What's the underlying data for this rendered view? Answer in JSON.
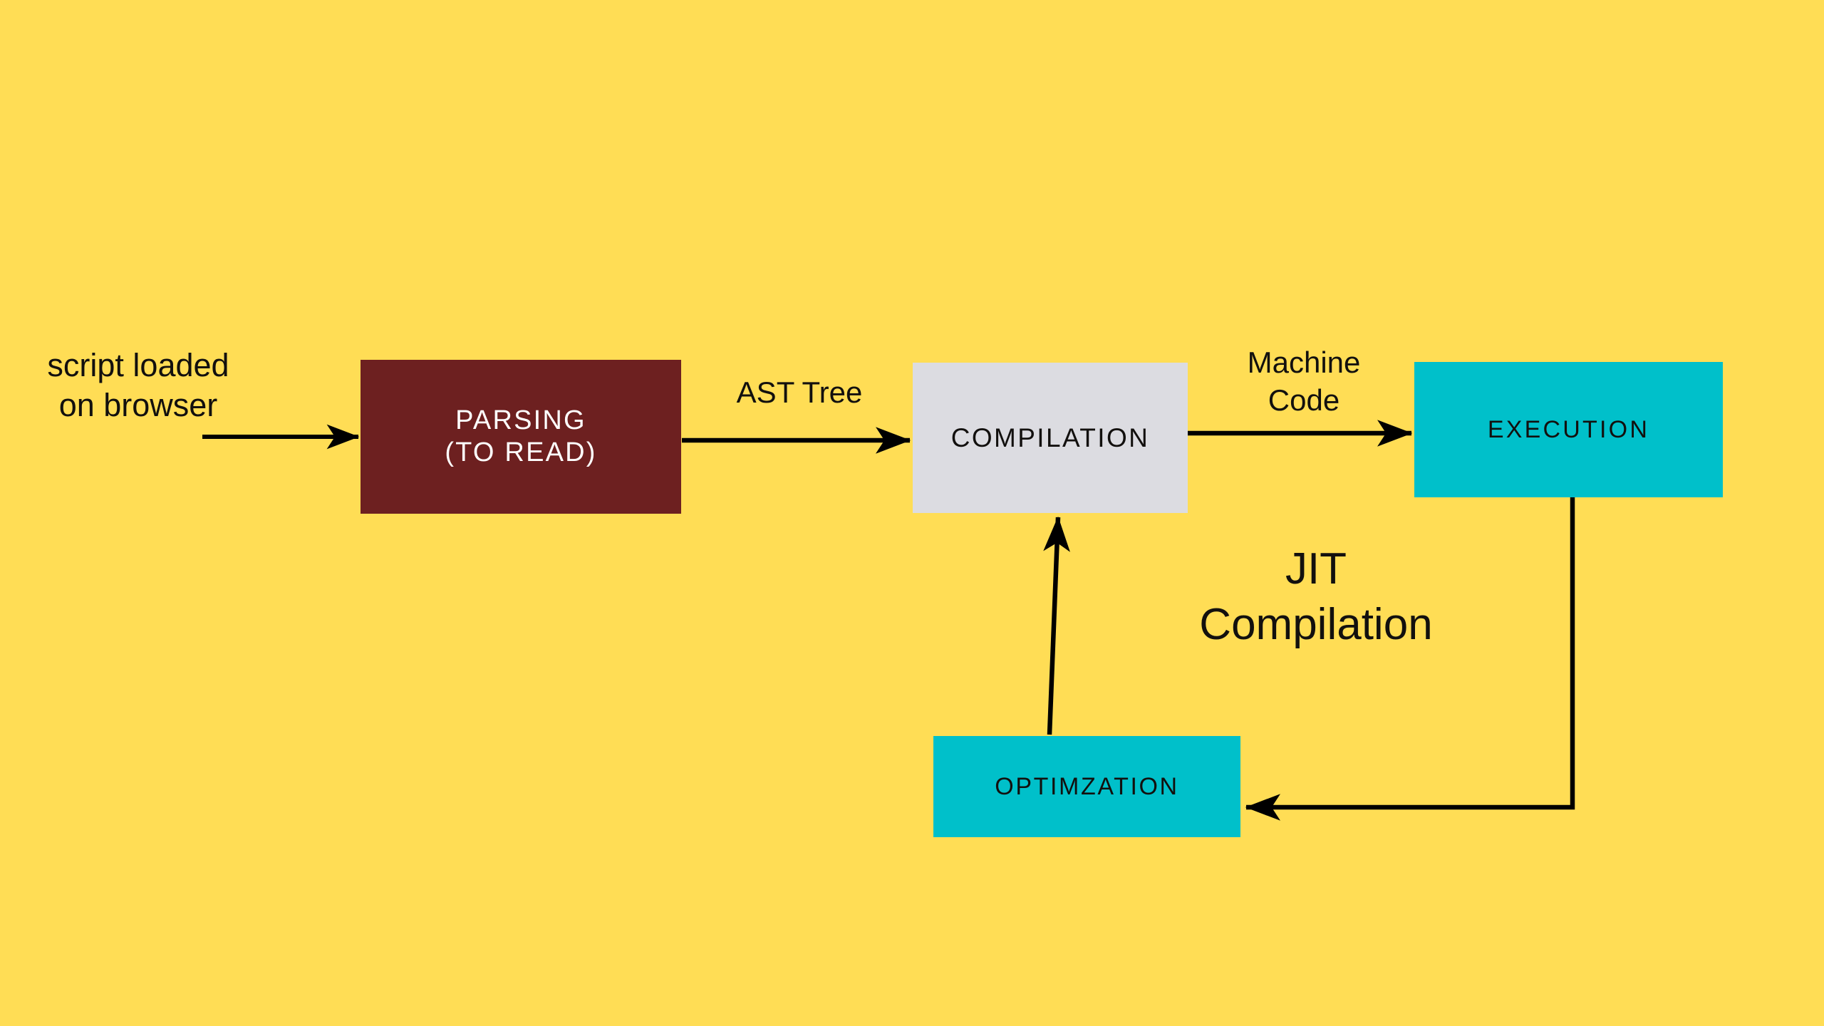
{
  "diagram": {
    "title": "JavaScript engine execution pipeline",
    "background_color": "#ffdd55",
    "edge_color": "#000000",
    "nodes": [
      {
        "id": "parsing",
        "label": "PARSING\n(TO READ)",
        "fill": "#6d2020",
        "text_color": "#ffffff"
      },
      {
        "id": "compilation",
        "label": "COMPILATION",
        "fill": "#dcdce1",
        "text_color": "#12100e"
      },
      {
        "id": "execution",
        "label": "EXECUTION",
        "fill": "#00c0ca",
        "text_color": "#12100e"
      },
      {
        "id": "optimization",
        "label": "OPTIMZATION",
        "fill": "#00c0ca",
        "text_color": "#12100e"
      }
    ],
    "captions": [
      {
        "id": "script-loaded",
        "text": "script loaded\non browser"
      },
      {
        "id": "ast-tree",
        "text": "AST Tree"
      },
      {
        "id": "machine-code",
        "text": "Machine\nCode"
      },
      {
        "id": "jit",
        "text": "JIT\nCompilation"
      }
    ],
    "edges": [
      {
        "id": "browser-to-parsing",
        "from": "script loaded on browser",
        "to": "PARSING (TO READ)",
        "label": ""
      },
      {
        "id": "parsing-to-compilation",
        "from": "PARSING (TO READ)",
        "to": "COMPILATION",
        "label": "AST Tree"
      },
      {
        "id": "compilation-to-execution",
        "from": "COMPILATION",
        "to": "EXECUTION",
        "label": "Machine Code"
      },
      {
        "id": "execution-to-optimization",
        "from": "EXECUTION",
        "to": "OPTIMZATION",
        "label": ""
      },
      {
        "id": "optimization-to-compilation",
        "from": "OPTIMZATION",
        "to": "COMPILATION",
        "label": "JIT Compilation"
      }
    ]
  }
}
